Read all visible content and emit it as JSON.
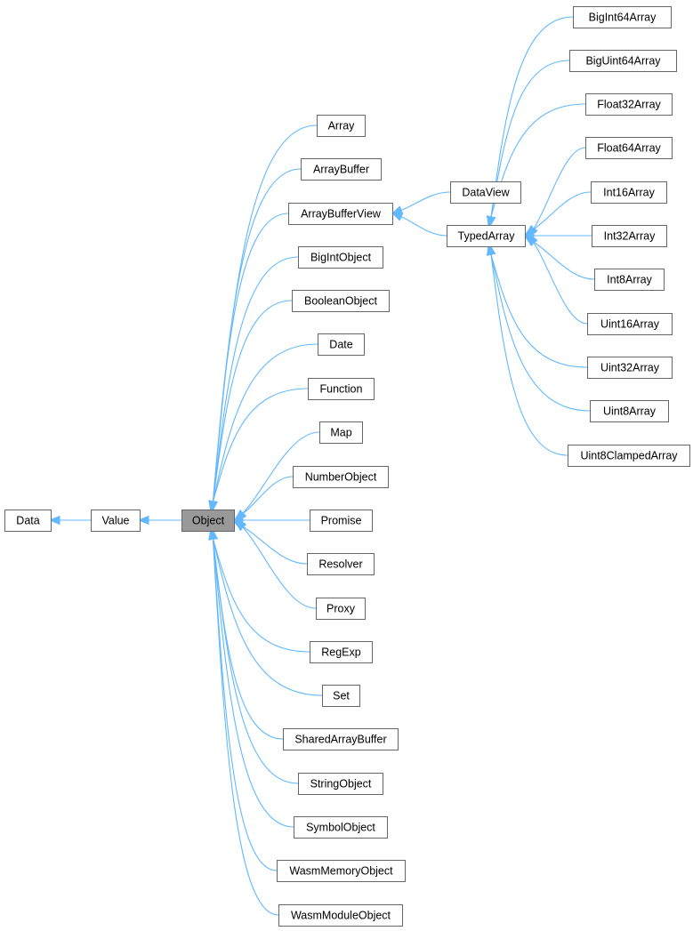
{
  "nodes": [
    {
      "id": "data",
      "label": "Data"
    },
    {
      "id": "value",
      "label": "Value"
    },
    {
      "id": "object",
      "label": "Object",
      "highlight": true
    },
    {
      "id": "array",
      "label": "Array"
    },
    {
      "id": "arraybuffer",
      "label": "ArrayBuffer"
    },
    {
      "id": "arraybufferview",
      "label": "ArrayBufferView"
    },
    {
      "id": "bigintobject",
      "label": "BigIntObject"
    },
    {
      "id": "booleanobject",
      "label": "BooleanObject"
    },
    {
      "id": "date",
      "label": "Date"
    },
    {
      "id": "function",
      "label": "Function"
    },
    {
      "id": "map",
      "label": "Map"
    },
    {
      "id": "numberobject",
      "label": "NumberObject"
    },
    {
      "id": "promise",
      "label": "Promise"
    },
    {
      "id": "resolver",
      "label": "Resolver"
    },
    {
      "id": "proxy",
      "label": "Proxy"
    },
    {
      "id": "regexp",
      "label": "RegExp"
    },
    {
      "id": "set",
      "label": "Set"
    },
    {
      "id": "sharedarraybuffer",
      "label": "SharedArrayBuffer"
    },
    {
      "id": "stringobject",
      "label": "StringObject"
    },
    {
      "id": "symbolobject",
      "label": "SymbolObject"
    },
    {
      "id": "wasmmemoryobject",
      "label": "WasmMemoryObject"
    },
    {
      "id": "wasmmoduleobject",
      "label": "WasmModuleObject"
    },
    {
      "id": "dataview",
      "label": "DataView"
    },
    {
      "id": "typedarray",
      "label": "TypedArray"
    },
    {
      "id": "bigint64array",
      "label": "BigInt64Array"
    },
    {
      "id": "biguint64array",
      "label": "BigUint64Array"
    },
    {
      "id": "float32array",
      "label": "Float32Array"
    },
    {
      "id": "float64array",
      "label": "Float64Array"
    },
    {
      "id": "int16array",
      "label": "Int16Array"
    },
    {
      "id": "int32array",
      "label": "Int32Array"
    },
    {
      "id": "int8array",
      "label": "Int8Array"
    },
    {
      "id": "uint16array",
      "label": "Uint16Array"
    },
    {
      "id": "uint32array",
      "label": "Uint32Array"
    },
    {
      "id": "uint8array",
      "label": "Uint8Array"
    },
    {
      "id": "uint8clampedarray",
      "label": "Uint8ClampedArray"
    }
  ],
  "edges": [
    {
      "from": "value",
      "to": "data"
    },
    {
      "from": "object",
      "to": "value"
    },
    {
      "from": "array",
      "to": "object"
    },
    {
      "from": "arraybuffer",
      "to": "object"
    },
    {
      "from": "arraybufferview",
      "to": "object"
    },
    {
      "from": "bigintobject",
      "to": "object"
    },
    {
      "from": "booleanobject",
      "to": "object"
    },
    {
      "from": "date",
      "to": "object"
    },
    {
      "from": "function",
      "to": "object"
    },
    {
      "from": "map",
      "to": "object"
    },
    {
      "from": "numberobject",
      "to": "object"
    },
    {
      "from": "promise",
      "to": "object"
    },
    {
      "from": "resolver",
      "to": "object"
    },
    {
      "from": "proxy",
      "to": "object"
    },
    {
      "from": "regexp",
      "to": "object"
    },
    {
      "from": "set",
      "to": "object"
    },
    {
      "from": "sharedarraybuffer",
      "to": "object"
    },
    {
      "from": "stringobject",
      "to": "object"
    },
    {
      "from": "symbolobject",
      "to": "object"
    },
    {
      "from": "wasmmemoryobject",
      "to": "object"
    },
    {
      "from": "wasmmoduleobject",
      "to": "object"
    },
    {
      "from": "dataview",
      "to": "arraybufferview"
    },
    {
      "from": "typedarray",
      "to": "arraybufferview"
    },
    {
      "from": "bigint64array",
      "to": "typedarray"
    },
    {
      "from": "biguint64array",
      "to": "typedarray"
    },
    {
      "from": "float32array",
      "to": "typedarray"
    },
    {
      "from": "float64array",
      "to": "typedarray"
    },
    {
      "from": "int16array",
      "to": "typedarray"
    },
    {
      "from": "int32array",
      "to": "typedarray"
    },
    {
      "from": "int8array",
      "to": "typedarray"
    },
    {
      "from": "uint16array",
      "to": "typedarray"
    },
    {
      "from": "uint32array",
      "to": "typedarray"
    },
    {
      "from": "uint8array",
      "to": "typedarray"
    },
    {
      "from": "uint8clampedarray",
      "to": "typedarray"
    }
  ],
  "colors": {
    "edge": "#63b8ff",
    "node_border": "#666666",
    "node_fill": "#ffffff",
    "highlight_fill": "#999999"
  }
}
